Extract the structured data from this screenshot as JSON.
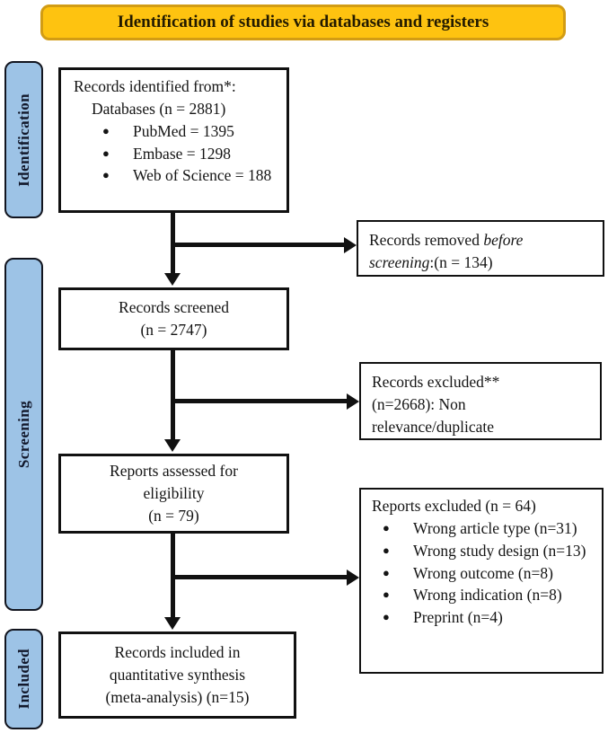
{
  "header": {
    "title": "Identification of studies via databases and registers"
  },
  "stages": {
    "identification": "Identification",
    "screening": "Screening",
    "included": "Included"
  },
  "main_flow": {
    "records_identified": {
      "title": "Records identified from*:",
      "subtitle": "Databases (n = 2881)",
      "bullets": [
        "PubMed = 1395",
        "Embase = 1298",
        "Web of Science = 188"
      ]
    },
    "records_screened": {
      "line1": "Records screened",
      "line2": "(n = 2747)"
    },
    "reports_assessed": {
      "line1": "Reports assessed for",
      "line2": "eligibility",
      "line3": "(n = 79)"
    },
    "records_included": {
      "line1": "Records included in",
      "line2": "quantitative synthesis",
      "line3": "(meta-analysis) (n=15)"
    }
  },
  "exclusion_flow": {
    "records_removed": {
      "line1_normal": "Records removed ",
      "line1_italic": "before",
      "line2_italic": "screening",
      "line2_normal": ":(n = 134)"
    },
    "records_excluded": {
      "line1": "Records excluded**",
      "line2": "(n=2668): Non",
      "line3": "relevance/duplicate"
    },
    "reports_excluded": {
      "title": "Reports excluded (n = 64)",
      "bullets": [
        "Wrong article type (n=31)",
        "Wrong study design (n=13)",
        "Wrong outcome (n=8)",
        "Wrong indication (n=8)",
        "Preprint (n=4)"
      ]
    }
  },
  "bullet_glyph": "●",
  "colors": {
    "banner_fill": "#FEC310",
    "banner_border": "#D29C14",
    "stage_fill": "#9DC3E6",
    "stage_border": "#12151F",
    "box_border": "#111111",
    "arrow": "#111111"
  }
}
